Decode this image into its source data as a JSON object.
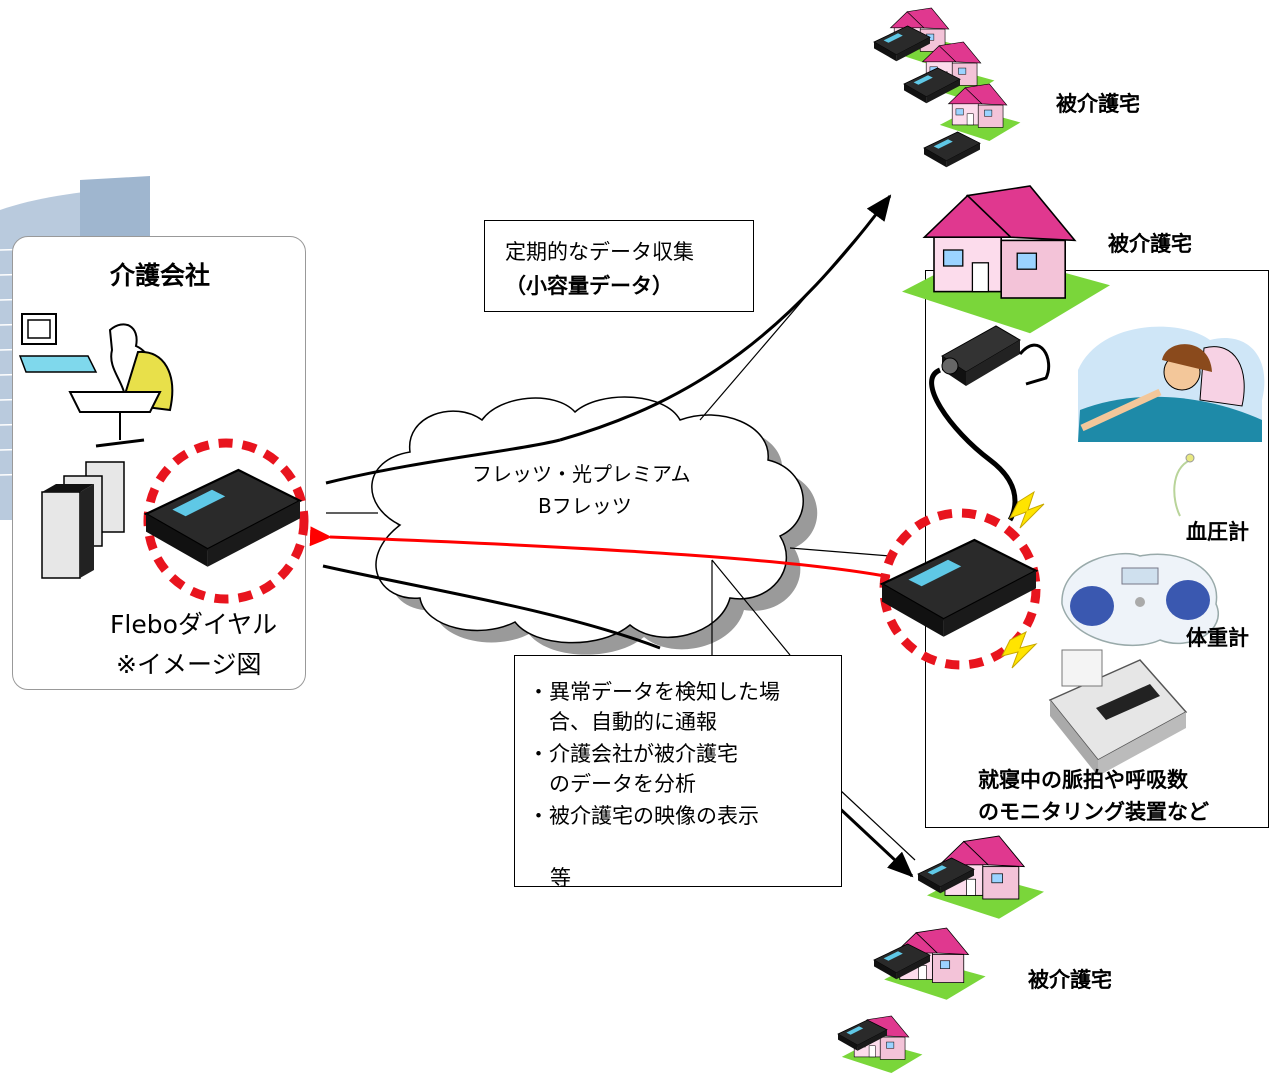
{
  "company": {
    "title": "介護会社",
    "device_name": "Fleboダイヤル",
    "device_note": "※イメージ図"
  },
  "network": {
    "line1": "フレッツ・光プレミアム",
    "line2": "Bフレッツ"
  },
  "callout_top": {
    "line1": "定期的なデータ収集",
    "line2": "（小容量データ）"
  },
  "callout_bottom": {
    "items": [
      "・異常データを検知した場",
      "　合、自動的に通報",
      "・介護会社が被介護宅",
      "　のデータを分析",
      "・被介護宅の映像の表示"
    ],
    "tail": "等"
  },
  "homes": {
    "top_label": "被介護宅",
    "middle_label": "被介護宅",
    "bottom_label": "被介護宅"
  },
  "devices": {
    "blood_pressure": "血圧計",
    "scale": "体重計",
    "monitor_line1": "就寝中の脈拍や呼吸数",
    "monitor_line2": "のモニタリング装置など"
  },
  "colors": {
    "house_roof": "#e0388f",
    "house_wall": "#fcdcec",
    "grass": "#7ad63a",
    "alert_arrow": "#ff0000",
    "highlight_ring": "#e8141e",
    "lightning": "#ffe400"
  }
}
